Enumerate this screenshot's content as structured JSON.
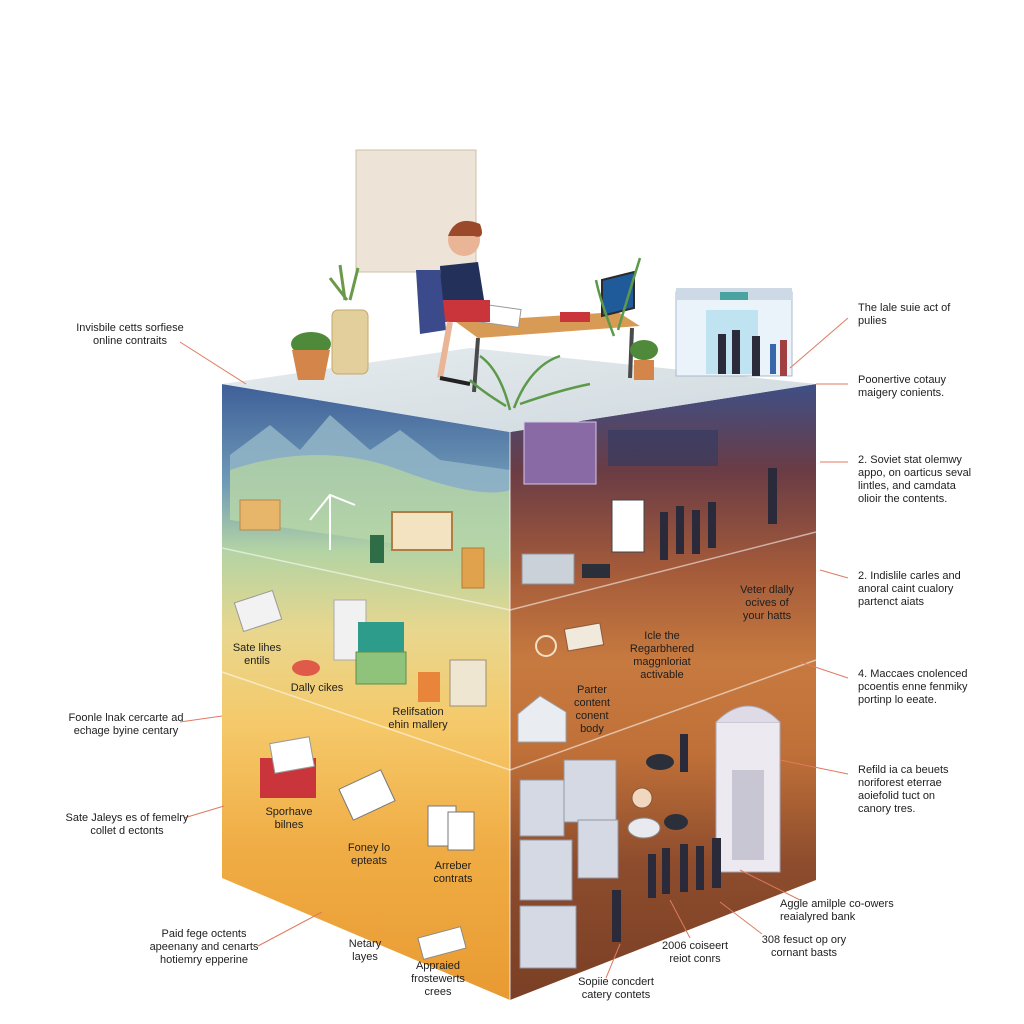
{
  "labels": {
    "left": {
      "online_contracts": "Invisbile cetts sorfiese\nonline contraits",
      "exchange": "Foonle lnak cercarte ad\nechage byine centary",
      "family": "Sate Jaleys es of femelry\ncollet d ectonts",
      "paid": "Paid fege octents\napeenany and cenarts\nhotiemry epperine"
    },
    "right": {
      "public": "The lale suie act of\npulies",
      "positive": "Poonertive cotauy\nmaigery conients.",
      "soviet": "2. Soviet stat olemwy\nappo, on oarticus seval\nlintles, and camdata\nolioir the contents.",
      "indistle": "2. Indislile carles and\nanoral caint cualory\npartenct aiats",
      "messages": "4. Maccaes cnolenced\npcoentis enne fenmiky\nportinp lo eeate.",
      "refild": "Refild ia ca beuets\nnoriforest eterrae\naoiefolid tuct on\ncanory tres.",
      "aggle": "Aggle amilple co-owers\nreaialyred bank",
      "bank": "308 fesuct op ory\ncornant basts",
      "consert": "2006 coiseert\nreiot conrs",
      "sopdle": "Sopiie concdert\ncatery contets"
    },
    "inside": {
      "safe_lines": "Sate lihes\nentils",
      "daily": "Dally cikes",
      "relation": "Relifsation\nehin mallery",
      "yearly": "Veter dlally\nocives of\nyour hatts",
      "ide": "Icle the\nRegarbhered\nmaggnloriat\nactivable",
      "panter": "Parter\ncontent\nconent\nbody",
      "sporthave": "Sporhave\nbilnes",
      "foney": "Foney lo\nepteats",
      "arreber": "Arreber\ncontrats",
      "netary": "Netary\nlayes",
      "appraised": "Appraied\nfrostewerts\ncrees"
    }
  },
  "colors": {
    "top_face": "#dfe6ea",
    "band_blue": "#3f639a",
    "band_green": "#b7d7a9",
    "band_yellow": "#f2c766",
    "band_orange": "#efa73c",
    "right_top": "#5e3a3e",
    "right_mid": "#b56739",
    "right_bottom": "#8a4a2c",
    "leader": "#e07a5f"
  }
}
